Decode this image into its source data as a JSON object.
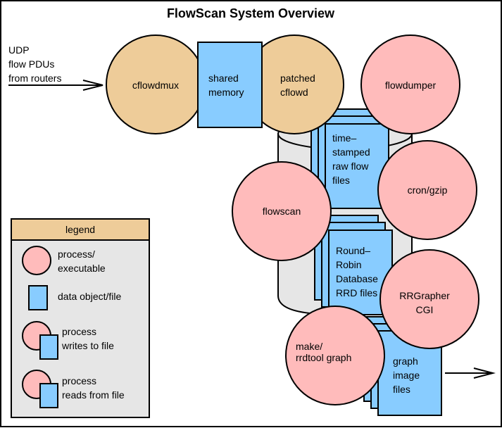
{
  "title": "FlowScan System Overview",
  "input_label": [
    "UDP",
    "flow PDUs",
    "from routers"
  ],
  "processes": {
    "cflowdmux": [
      "cflowdmux"
    ],
    "patched_cflowd": [
      "patched",
      "cflowd"
    ],
    "flowdumper": [
      "flowdumper"
    ],
    "flowscan": [
      "flowscan"
    ],
    "cron_gzip": [
      "cron/gzip"
    ],
    "rrgrapher": [
      "RRGrapher",
      "CGI"
    ],
    "make_rrdtool": [
      "make/",
      "rrdtool graph"
    ]
  },
  "data_objects": {
    "shared_memory": [
      "shared",
      "memory"
    ],
    "raw_flow_files": [
      "time–",
      "stamped",
      "raw flow",
      "files"
    ],
    "rrd_files": [
      "Round–",
      "Robin",
      "Database",
      "RRD files"
    ],
    "graph_files": [
      "graph",
      "image",
      "files"
    ]
  },
  "legend": {
    "title": "legend",
    "items": [
      {
        "icon": "process-circle",
        "label": [
          "process/",
          "executable"
        ]
      },
      {
        "icon": "data-rect",
        "label": [
          "data object/file"
        ]
      },
      {
        "icon": "process-writes",
        "label": [
          "process",
          "writes to file"
        ]
      },
      {
        "icon": "process-reads",
        "label": [
          "process",
          "reads from file"
        ]
      }
    ]
  },
  "colors": {
    "process": "#ffbbbb",
    "collector": "#eecc99",
    "data": "#88ccff",
    "disk": "#e6e6e6",
    "legend_header": "#eecc99",
    "legend_body": "#e6e6e6"
  }
}
